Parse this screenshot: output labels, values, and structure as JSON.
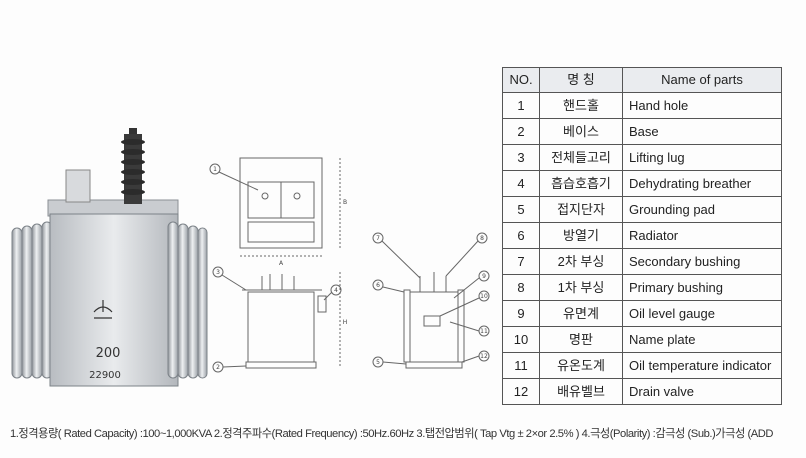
{
  "product_photo": {
    "rating_label": "200",
    "voltage_label": "22900"
  },
  "drawings": {
    "top_view": {
      "callouts": [
        "1"
      ],
      "dim_a": "A",
      "dim_b": "B"
    },
    "front_view": {
      "callouts": [
        "3",
        "4",
        "2"
      ],
      "dim_h": "H"
    },
    "side_view": {
      "callouts": [
        "7",
        "8",
        "6",
        "9",
        "10",
        "11",
        "5",
        "12"
      ]
    }
  },
  "parts_table": {
    "headers": {
      "no": "NO.",
      "korean": "명  칭",
      "english": "Name of parts"
    },
    "rows": [
      {
        "no": "1",
        "korean": "핸드홀",
        "english": "Hand hole"
      },
      {
        "no": "2",
        "korean": "베이스",
        "english": "Base"
      },
      {
        "no": "3",
        "korean": "전체들고리",
        "english": "Lifting lug"
      },
      {
        "no": "4",
        "korean": "흡습호흡기",
        "english": "Dehydrating breather"
      },
      {
        "no": "5",
        "korean": "접지단자",
        "english": "Grounding pad"
      },
      {
        "no": "6",
        "korean": "방열기",
        "english": "Radiator"
      },
      {
        "no": "7",
        "korean": "2차 부싱",
        "english": "Secondary bushing"
      },
      {
        "no": "8",
        "korean": "1차 부싱",
        "english": "Primary bushing"
      },
      {
        "no": "9",
        "korean": "유면계",
        "english": "Oil level gauge"
      },
      {
        "no": "10",
        "korean": "명판",
        "english": "Name plate"
      },
      {
        "no": "11",
        "korean": "유온도계",
        "english": "Oil temperature indicator"
      },
      {
        "no": "12",
        "korean": "배유벨브",
        "english": "Drain valve"
      }
    ]
  },
  "spec_line": "1.정격용량( Rated Capacity) :100~1,000KVA  2.정격주파수(Rated Frequency) :50Hz.60Hz 3.탭전압범위( Tap Vtg ± 2×or 2.5% ) 4.극성(Polarity) :감극성 (Sub.)가극성 (ADD"
}
